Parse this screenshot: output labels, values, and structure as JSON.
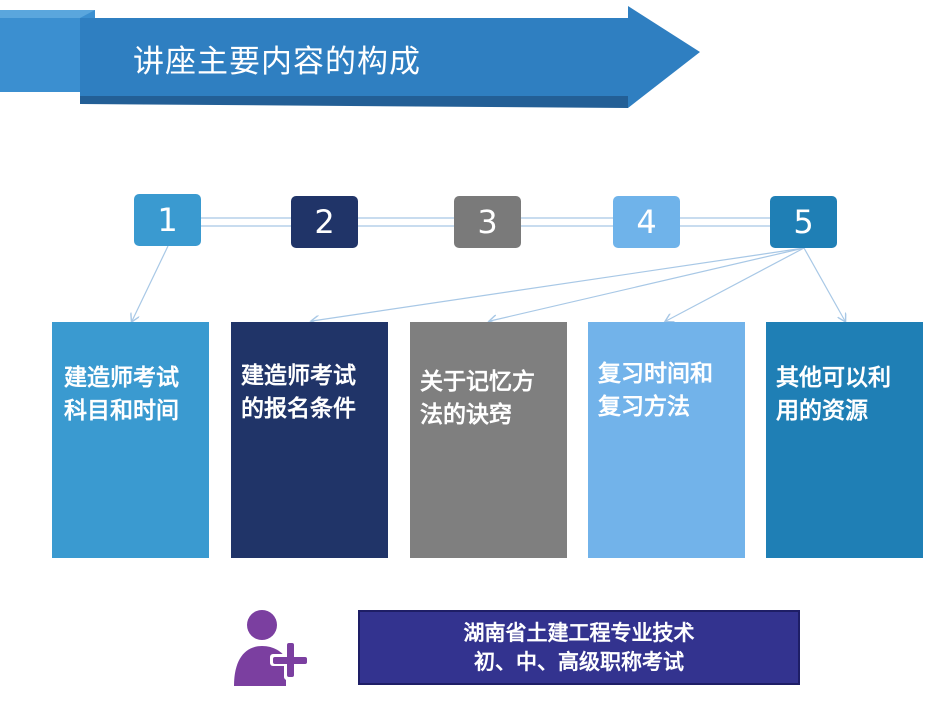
{
  "title": "讲座主要内容的构成",
  "steps": [
    {
      "number": "1",
      "text": "建造师考试科目和时间",
      "box_color": "#3a9ad0",
      "card_color": "#3a9ad0"
    },
    {
      "number": "2",
      "text": "建造师考试的报名条件",
      "box_color": "#203468",
      "card_color": "#203468"
    },
    {
      "number": "3",
      "text": "关于记忆方法的诀窍",
      "box_color": "#7a7a7a",
      "card_color": "#7f7f7f"
    },
    {
      "number": "4",
      "text": "复习时间和复习方法",
      "box_color": "#6fb3ea",
      "card_color": "#72b3ea"
    },
    {
      "number": "5",
      "text": "其他可以利用的资源",
      "box_color": "#1f7fb5",
      "card_color": "#1f7fb5"
    }
  ],
  "promo": {
    "line1": "湖南省土建工程专业技术",
    "line2": "初、中、高级职称考试"
  },
  "icon": {
    "name": "user-plus-icon",
    "color": "#7b3fa0"
  },
  "colors": {
    "banner": "#2f7fc1",
    "banner_dark": "#1f5f9a",
    "connector": "#a8c8e6"
  }
}
